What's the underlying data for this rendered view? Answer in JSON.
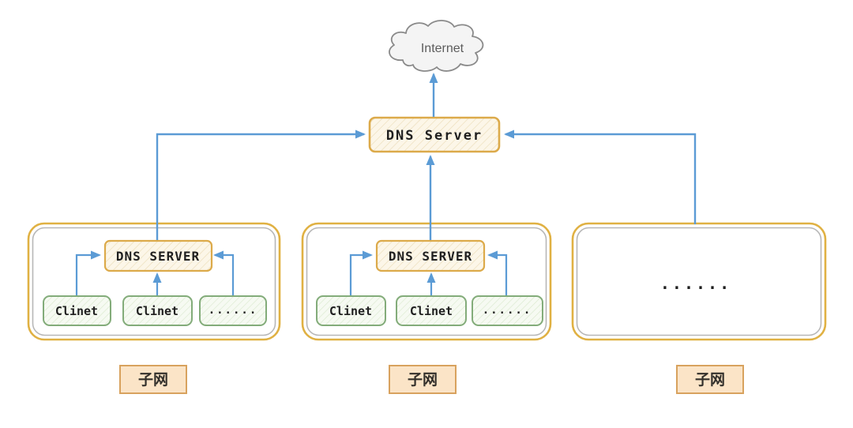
{
  "diagram": {
    "internet": {
      "label": "Internet"
    },
    "root_server": {
      "label": "DNS Server"
    },
    "subnets": [
      {
        "caption": "子网",
        "server_label": "DNS SERVER",
        "clients": [
          "Clinet",
          "Clinet",
          "......"
        ]
      },
      {
        "caption": "子网",
        "server_label": "DNS SERVER",
        "clients": [
          "Clinet",
          "Clinet",
          "......"
        ]
      },
      {
        "caption": "子网",
        "content": "......"
      }
    ],
    "colors": {
      "arrow": "#5b9bd5",
      "server_box_border": "#dcaa4a",
      "server_box_fill": "#fcf6e8",
      "server_box_hatch": "#eadcb6",
      "client_box_border": "#83ac7a",
      "client_box_fill": "#f6faf2",
      "client_box_hatch": "#d9e9cd",
      "subnet_border_gold": "#e0b143",
      "subnet_border_gray": "#b7b7b7",
      "caption_fill": "#fbe4c7",
      "caption_border": "#d8a25e",
      "cloud_fill": "#f4f4f4",
      "cloud_border": "#8a8a8a",
      "text": "#1f1f1f"
    }
  }
}
